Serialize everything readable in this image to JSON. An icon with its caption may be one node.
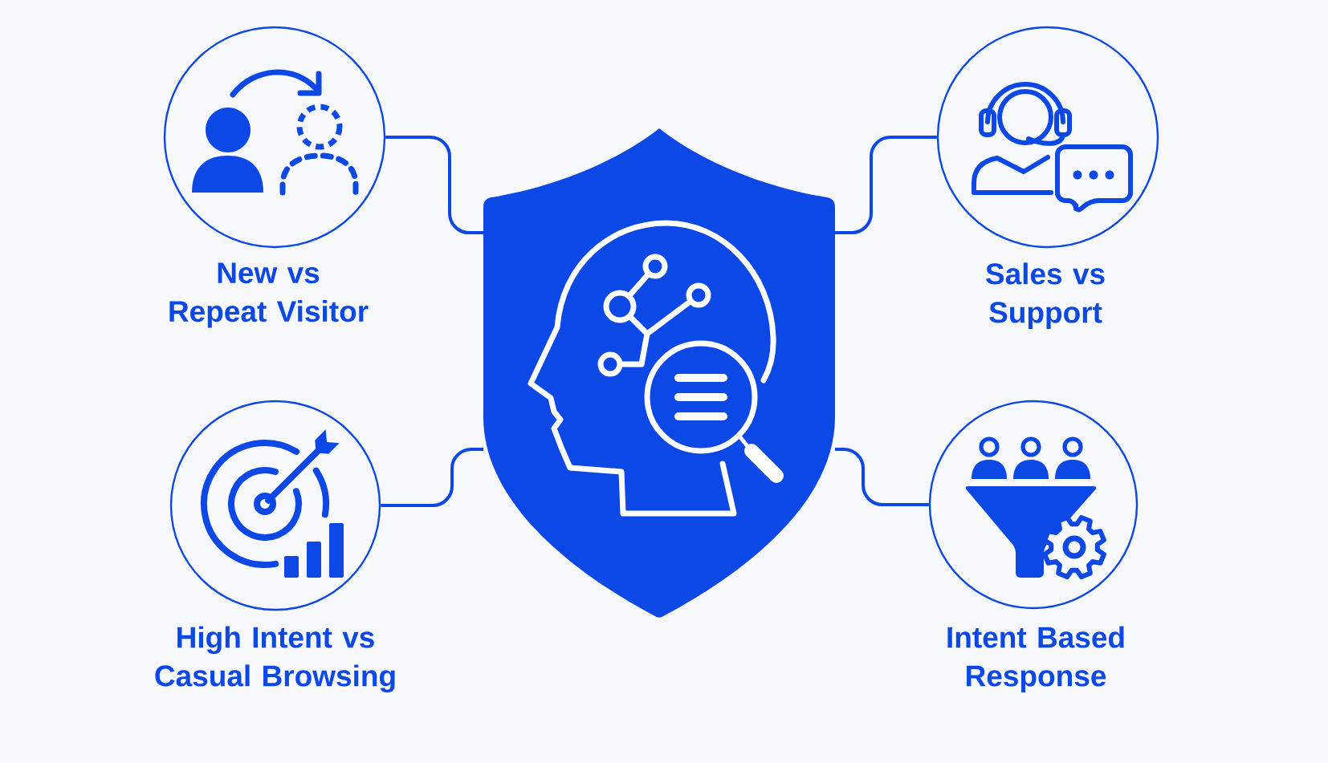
{
  "diagram": {
    "nodes": [
      {
        "text": [],
        "shape": "shield"
      },
      {
        "text": [
          "New vs Repeat Visitor"
        ]
      },
      {
        "text": [
          "Sales vs Support"
        ]
      },
      {
        "text": [
          "High Intent vs Casual Browsing"
        ]
      },
      {
        "text": [
          "Intent Based Response"
        ]
      }
    ],
    "edges": [
      {
        "from": 0,
        "to": 1,
        "arrow": "none"
      },
      {
        "from": 0,
        "to": 2,
        "arrow": "none"
      },
      {
        "from": 0,
        "to": 3,
        "arrow": "none"
      },
      {
        "from": 0,
        "to": 4,
        "arrow": "none"
      }
    ]
  }
}
